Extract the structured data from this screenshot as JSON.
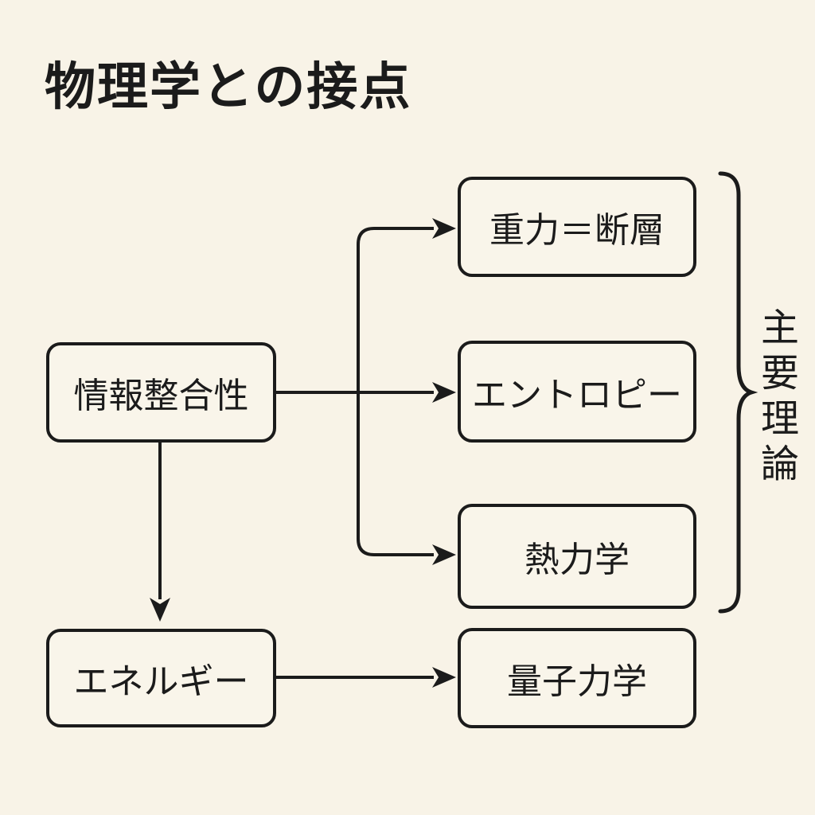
{
  "title": "物理学との接点",
  "nodes": {
    "info_integrity": "情報整合性",
    "energy": "エネルギー",
    "gravity_fault": "重力＝断層",
    "entropy": "エントロピー",
    "thermodynamics": "熱力学",
    "quantum_mechanics": "量子力学"
  },
  "group_label": "主要理論",
  "colors": {
    "background": "#f8f3e7",
    "line": "#1b1b1b",
    "box_fill": "#f9f5ea",
    "text": "#1b1b1b"
  }
}
